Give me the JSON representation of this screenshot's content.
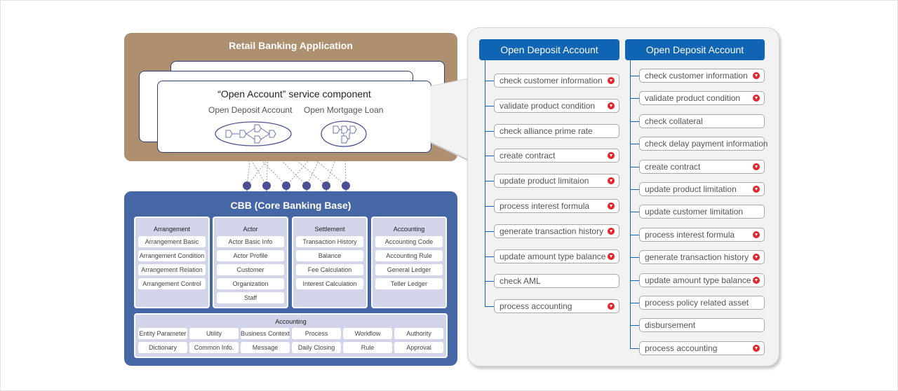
{
  "retail_app": {
    "title": "Retail Banking Application",
    "component_title": "“Open Account” service component",
    "services": [
      "Open Deposit Account",
      "Open Mortgage Loan"
    ]
  },
  "cbb": {
    "title": "CBB (Core Banking Base)",
    "groups": [
      {
        "title": "Arrangement",
        "items": [
          "Arrangement Basic",
          "Arrangement Condition",
          "Arrangement Relation",
          "Arrangement Control"
        ]
      },
      {
        "title": "Actor",
        "items": [
          "Actor Basic Info",
          "Actor Profile",
          "Customer",
          "Organization",
          "Staff"
        ]
      },
      {
        "title": "Settlement",
        "items": [
          "Transaction History",
          "Balance",
          "Fee Calculation",
          "Interest Calculation"
        ]
      },
      {
        "title": "Accounting",
        "items": [
          "Accounting Code",
          "Accounting Rule",
          "General Ledger",
          "Teller Ledger"
        ]
      }
    ],
    "common": {
      "title": "Accounting",
      "rows": [
        [
          "Entity Parameter",
          "Utility",
          "Business Context",
          "Process",
          "Workflow",
          "Authority"
        ],
        [
          "Dictionary",
          "Common Info.",
          "Message",
          "Daily Closing",
          "Rule",
          "Approval"
        ]
      ]
    }
  },
  "flows": [
    {
      "title": "Open Deposit Account",
      "steps": [
        {
          "label": "check customer information",
          "marked": true
        },
        {
          "label": "validate product condition",
          "marked": true
        },
        {
          "label": "check alliance prime rate",
          "marked": false
        },
        {
          "label": "create contract",
          "marked": true
        },
        {
          "label": "update product limitaion",
          "marked": true
        },
        {
          "label": "process interest formula",
          "marked": true
        },
        {
          "label": "generate transaction history",
          "marked": true
        },
        {
          "label": "update amount type balance",
          "marked": true
        },
        {
          "label": "check  AML",
          "marked": false
        },
        {
          "label": "process accounting",
          "marked": true
        }
      ]
    },
    {
      "title": "Open Deposit  Account",
      "steps": [
        {
          "label": "check customer information",
          "marked": true
        },
        {
          "label": "validate product condition",
          "marked": true
        },
        {
          "label": "check collateral",
          "marked": false
        },
        {
          "label": "check delay payment information",
          "marked": false
        },
        {
          "label": "create contract",
          "marked": true
        },
        {
          "label": "update product limitation",
          "marked": true
        },
        {
          "label": "update customer limitation",
          "marked": false
        },
        {
          "label": "process interest formula",
          "marked": true
        },
        {
          "label": "generate transaction history",
          "marked": true
        },
        {
          "label": "update amount type balance",
          "marked": true
        },
        {
          "label": "process policy related asset",
          "marked": false
        },
        {
          "label": "disbursement",
          "marked": false
        },
        {
          "label": "process accounting",
          "marked": true
        }
      ]
    }
  ],
  "colors": {
    "retail": "#ae8f70",
    "cbb": "#4667a5",
    "flow_header": "#0f64b3",
    "marker": "#e3262c"
  }
}
